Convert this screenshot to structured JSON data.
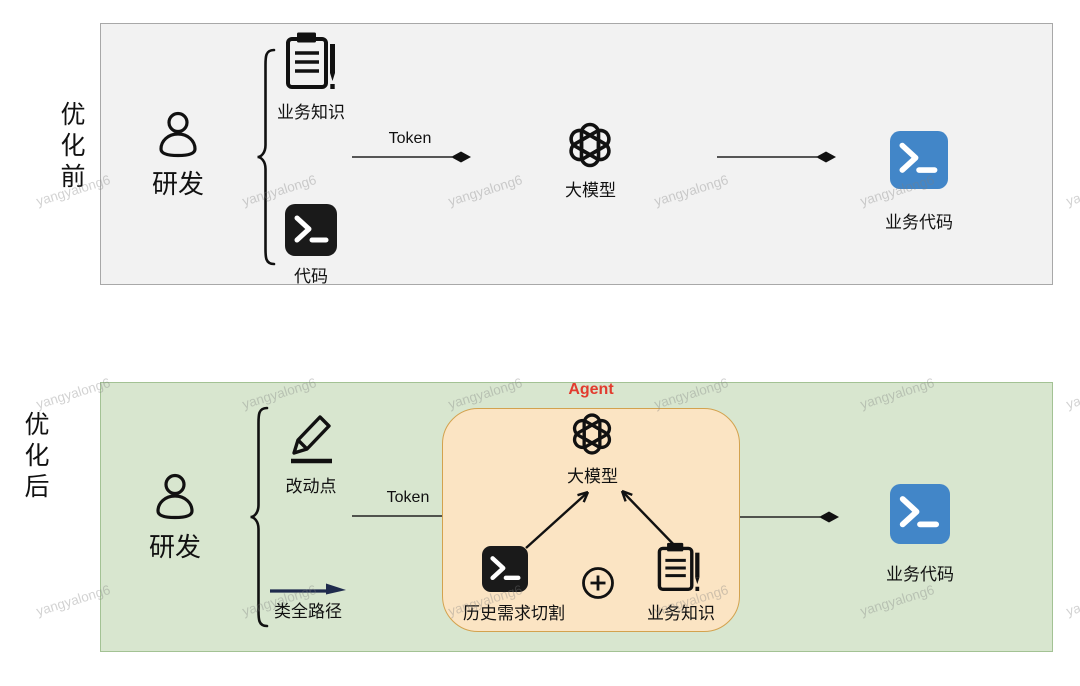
{
  "watermark": {
    "text": "yangyalong6"
  },
  "colors": {
    "panel_before_bg": "#f2f2f2",
    "panel_before_border": "#a8a8a8",
    "panel_after_bg": "#d8e6cf",
    "panel_after_border": "#a3c294",
    "agent_bg": "#fbe4c3",
    "agent_border": "#d3a24e",
    "agent_title_red": "#e23b2e",
    "terminal_blue": "#4286c8",
    "terminal_black": "#1a1a1a",
    "path_arrow_navy": "#1f2b4d"
  },
  "before": {
    "section_label": "优化前",
    "actor_label": "研发",
    "inputs": [
      {
        "icon": "clipboard-icon",
        "label": "业务知识"
      },
      {
        "icon": "terminal-icon",
        "label": "代码"
      }
    ],
    "token_arrow_label": "Token",
    "model_label": "大模型",
    "output_label": "业务代码"
  },
  "after": {
    "section_label": "优化后",
    "actor_label": "研发",
    "inputs": [
      {
        "icon": "pencil-icon",
        "label": "改动点"
      },
      {
        "icon": "path-arrow-icon",
        "label": "类全路径"
      }
    ],
    "token_arrow_label": "Token",
    "agent": {
      "title": "Agent",
      "model_label": "大模型",
      "tool_left": {
        "icon": "terminal-icon",
        "label": "历史需求切割"
      },
      "combiner_icon": "plus-circle-icon",
      "tool_right": {
        "icon": "clipboard-icon",
        "label": "业务知识"
      }
    },
    "output_label": "业务代码"
  }
}
